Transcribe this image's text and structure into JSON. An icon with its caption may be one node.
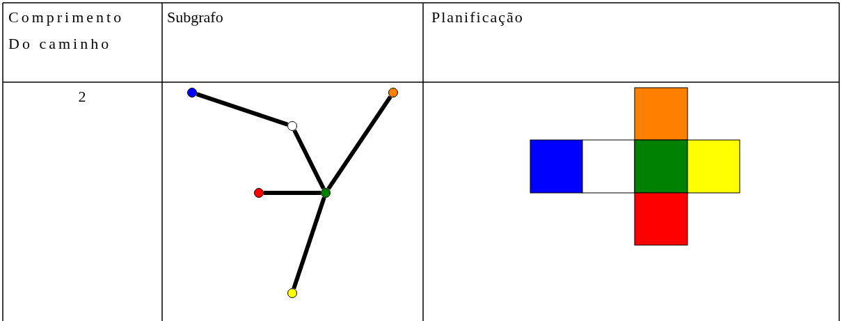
{
  "diagram": {
    "nodes": [
      {
        "text": [],
        "shape": "circle"
      },
      {
        "text": [],
        "shape": "circle"
      },
      {
        "text": [],
        "shape": "circle"
      },
      {
        "text": [],
        "shape": "circle"
      },
      {
        "text": [],
        "shape": "circle"
      },
      {
        "text": [],
        "shape": "circle"
      }
    ],
    "edges": [
      {
        "from": 0,
        "to": 2,
        "arrow": "none"
      },
      {
        "from": 2,
        "to": 4,
        "arrow": "none"
      },
      {
        "from": 1,
        "to": 4,
        "arrow": "none"
      },
      {
        "from": 3,
        "to": 4,
        "arrow": "none"
      },
      {
        "from": 4,
        "to": 5,
        "arrow": "none"
      }
    ],
    "labels": [
      "Comprimento Do caminho",
      "Subgrafo",
      "Planificação",
      "2"
    ]
  }
}
